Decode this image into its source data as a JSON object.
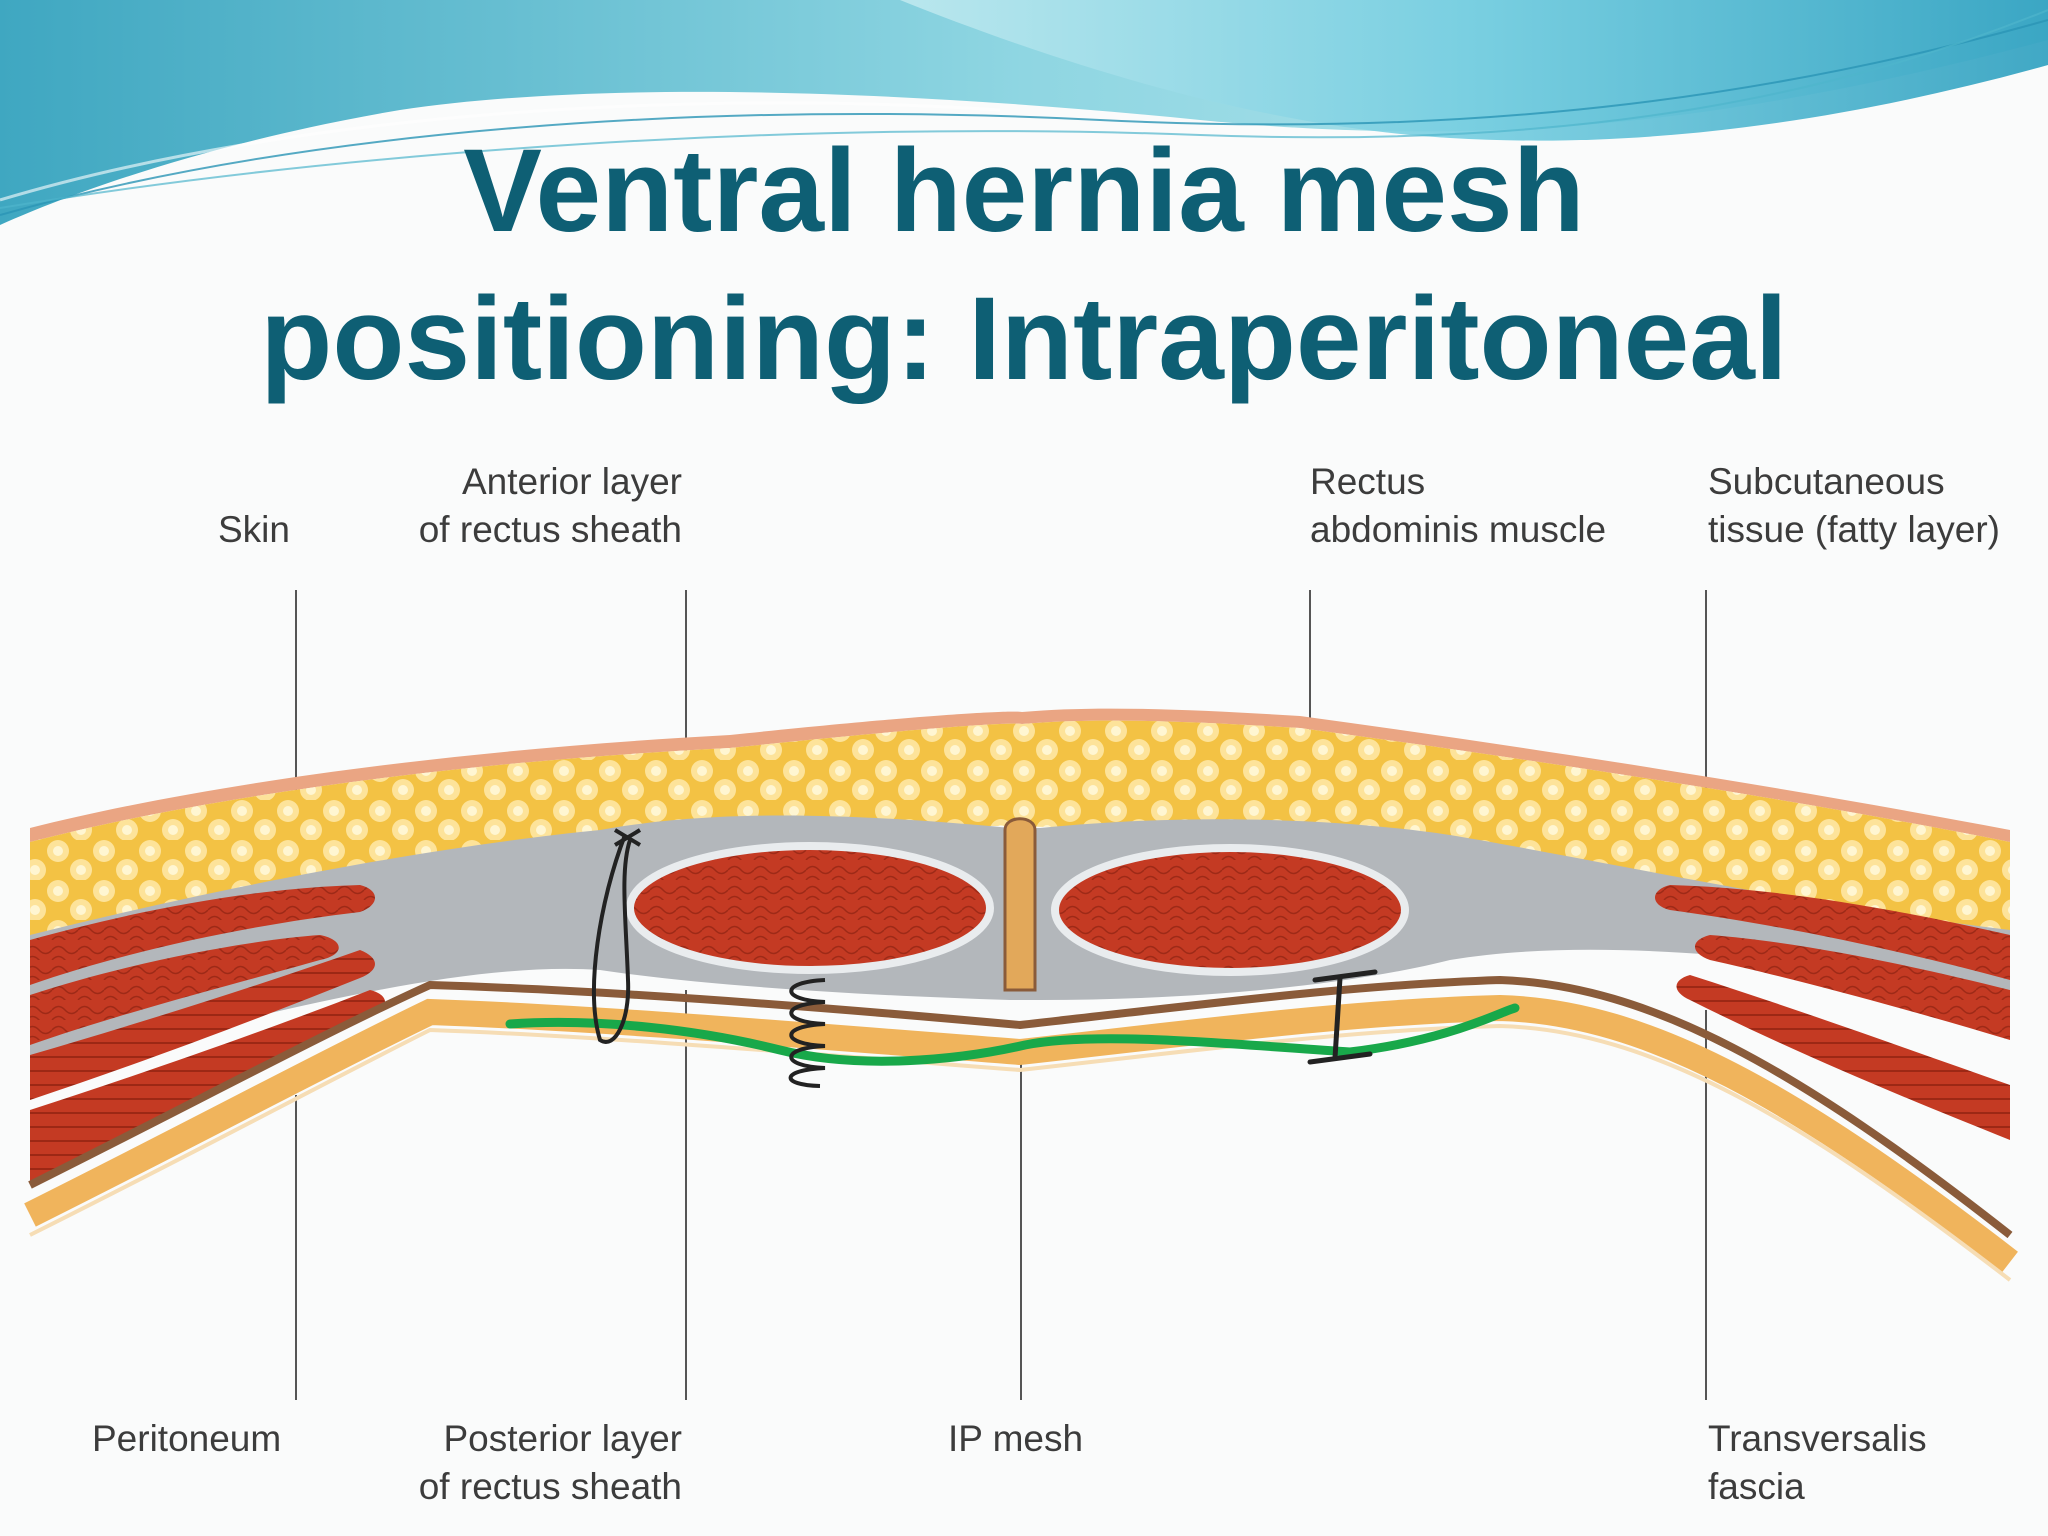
{
  "title": {
    "line1": "Ventral hernia mesh",
    "line2": "positioning: Intraperitoneal"
  },
  "labels": {
    "skin": "Skin",
    "anterior_layer": [
      "Anterior layer",
      "of rectus sheath"
    ],
    "rectus_muscle": [
      "Rectus",
      "abdominis muscle"
    ],
    "subcutaneous": [
      "Subcutaneous",
      "tissue (fatty layer)"
    ],
    "peritoneum": "Peritoneum",
    "posterior_layer": [
      "Posterior layer",
      "of rectus sheath"
    ],
    "ip_mesh": "IP mesh",
    "transversalis": [
      "Transversalis",
      "fascia"
    ]
  },
  "colors": {
    "title": "#0e5f74",
    "skin": "#eaa583",
    "fat": "#f6c546",
    "muscle": "#c63a22",
    "sheath": "#b3b7bb",
    "peritoneum": "#e8a84a",
    "fascia": "#8a5b3a",
    "mesh": "#18a84a",
    "banner": "#6ec6d8"
  }
}
